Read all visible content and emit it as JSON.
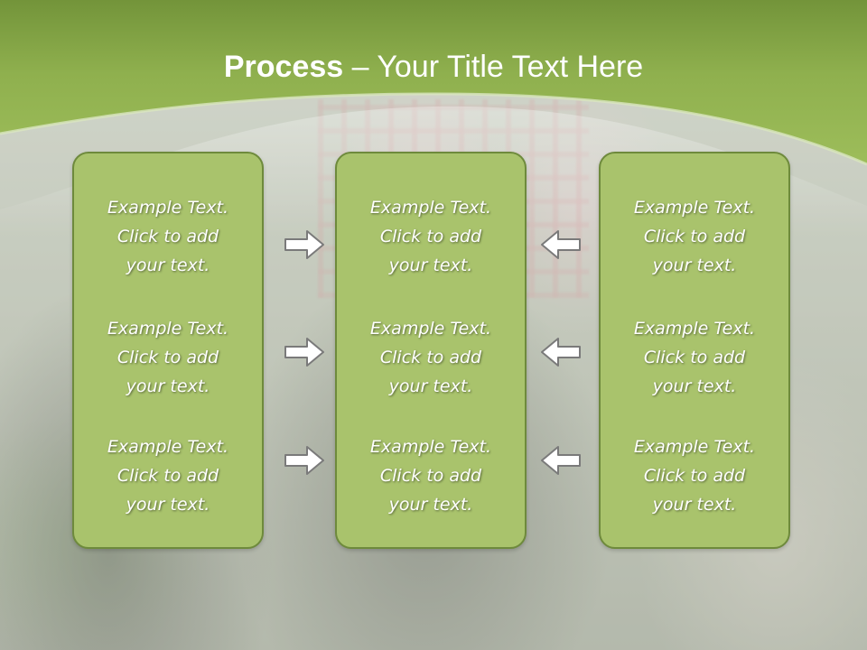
{
  "title": {
    "bold": "Process",
    "rest": " – Your Title Text Here"
  },
  "colors": {
    "header_green": "#8fb04e",
    "panel_fill": "#a9c36c",
    "panel_border": "#6e8a3c",
    "arrow_fill": "#ffffff",
    "arrow_stroke": "#7a7a7a"
  },
  "panels": {
    "left": [
      {
        "l1": "Example Text.",
        "l2": "Click  to add",
        "l3": "your text."
      },
      {
        "l1": "Example Text.",
        "l2": "Click  to add",
        "l3": "your text."
      },
      {
        "l1": "Example Text.",
        "l2": "Click  to add",
        "l3": "your text."
      }
    ],
    "middle": [
      {
        "l1": "Example Text.",
        "l2": "Click  to add",
        "l3": "your text."
      },
      {
        "l1": "Example Text.",
        "l2": "Click  to add",
        "l3": "your text."
      },
      {
        "l1": "Example Text.",
        "l2": "Click  to add",
        "l3": "your text."
      }
    ],
    "right": [
      {
        "l1": "Example Text.",
        "l2": "Click  to add",
        "l3": "your text."
      },
      {
        "l1": "Example Text.",
        "l2": "Click  to add",
        "l3": "your text."
      },
      {
        "l1": "Example Text.",
        "l2": "Click  to add",
        "l3": "your text."
      }
    ]
  },
  "arrows": {
    "left_to_middle": [
      "right-arrow-icon",
      "right-arrow-icon",
      "right-arrow-icon"
    ],
    "right_to_middle": [
      "left-arrow-icon",
      "left-arrow-icon",
      "left-arrow-icon"
    ]
  }
}
